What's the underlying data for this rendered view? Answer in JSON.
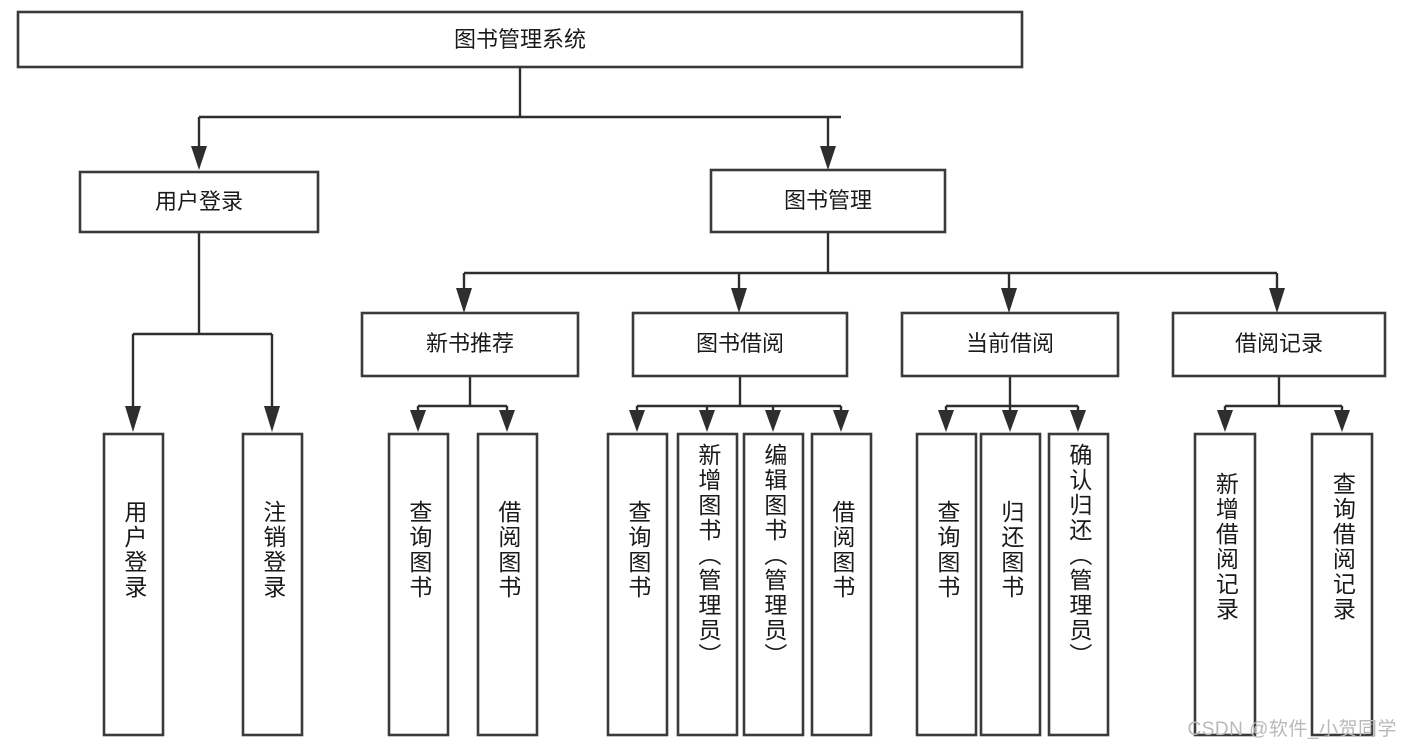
{
  "diagram": {
    "title": "图书管理系统",
    "watermark": "CSDN @软件_小贺同学",
    "colors": {
      "background": "#ffffff",
      "box_border": "#3a3a3a",
      "connector": "#2e2e2e",
      "text": "#1a1a1a",
      "watermark": "#b9b9b9"
    },
    "root": {
      "label": "图书管理系统"
    },
    "level1": [
      {
        "label": "用户登录"
      },
      {
        "label": "图书管理"
      }
    ],
    "level2": [
      {
        "label": "新书推荐"
      },
      {
        "label": "图书借阅"
      },
      {
        "label": "当前借阅"
      },
      {
        "label": "借阅记录"
      }
    ],
    "leaves": {
      "user_login": [
        {
          "label": "用户登录"
        },
        {
          "label": "注销登录"
        }
      ],
      "new_book_recommend": [
        {
          "label": "查询图书"
        },
        {
          "label": "借阅图书"
        }
      ],
      "book_borrow": [
        {
          "label": "查询图书"
        },
        {
          "label": "新增图书（管理员）"
        },
        {
          "label": "编辑图书（管理员）"
        },
        {
          "label": "借阅图书"
        }
      ],
      "current_borrow": [
        {
          "label": "查询图书"
        },
        {
          "label": "归还图书"
        },
        {
          "label": "确认归还（管理员）"
        }
      ],
      "borrow_record": [
        {
          "label": "新增借阅记录"
        },
        {
          "label": "查询借阅记录"
        }
      ]
    }
  }
}
